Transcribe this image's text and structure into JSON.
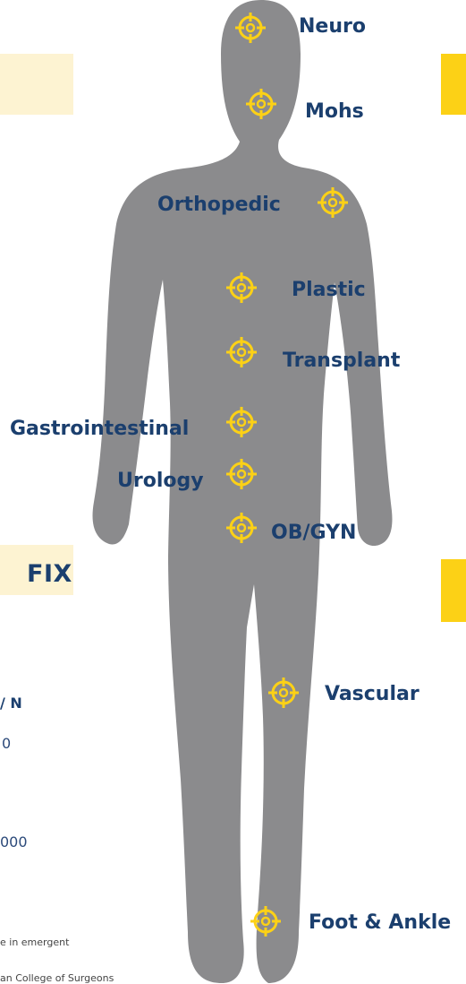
{
  "left_panel": {
    "heading_fragment": "FIX",
    "col_header_fragment": "/ N",
    "value_1": "0",
    "value_2": "000",
    "footnote_1": "e in emergent",
    "footnote_2": "an College of Surgeons"
  },
  "figure": {
    "silhouette_color": "#8b8b8d",
    "target_color": "#fcd116",
    "label_color": "#1b3f6e",
    "target_icon": "crosshair-target-icon",
    "specialties": [
      "Neuro",
      "Mohs",
      "Orthopedic",
      "Plastic",
      "Transplant",
      "Gastrointestinal",
      "Urology",
      "OB/GYN",
      "Vascular",
      "Foot & Ankle"
    ]
  }
}
